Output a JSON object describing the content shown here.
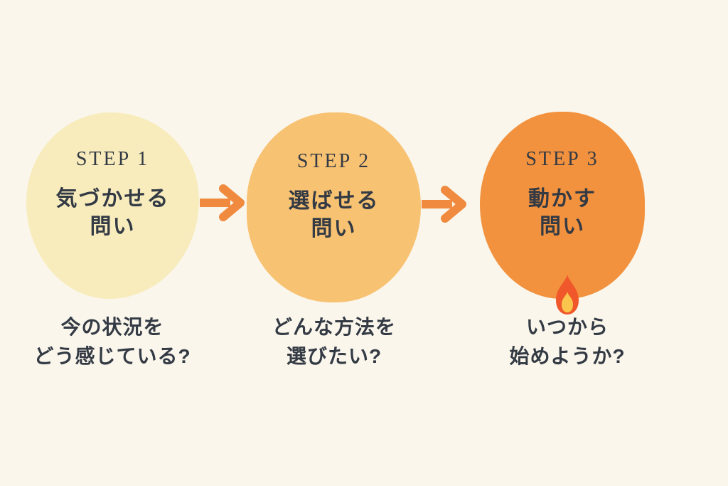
{
  "figure": {
    "background_color": "#FAF6EB",
    "text_color": "#333A44",
    "arrow_color": "#EF8A3E"
  },
  "steps": [
    {
      "step_label": "STEP 1",
      "title_line1": "気づかせる",
      "title_line2": "問い",
      "caption_line1": "今の状況を",
      "caption_line2": "どう感じている?",
      "circle_color": "#F8ECBD"
    },
    {
      "step_label": "STEP 2",
      "title_line1": "選ばせる",
      "title_line2": "問い",
      "caption_line1": "どんな方法を",
      "caption_line2": "選びたい?",
      "circle_color": "#F8C273"
    },
    {
      "step_label": "STEP 3",
      "title_line1": "動かす",
      "title_line2": "問い",
      "caption_line1": "いつから",
      "caption_line2": "始めようか?",
      "circle_color": "#F2923E",
      "icon": "flame"
    }
  ],
  "icons": {
    "arrow": "right-arrow",
    "flame_outer_color": "#F0582B",
    "flame_inner_color": "#FBC54D"
  }
}
